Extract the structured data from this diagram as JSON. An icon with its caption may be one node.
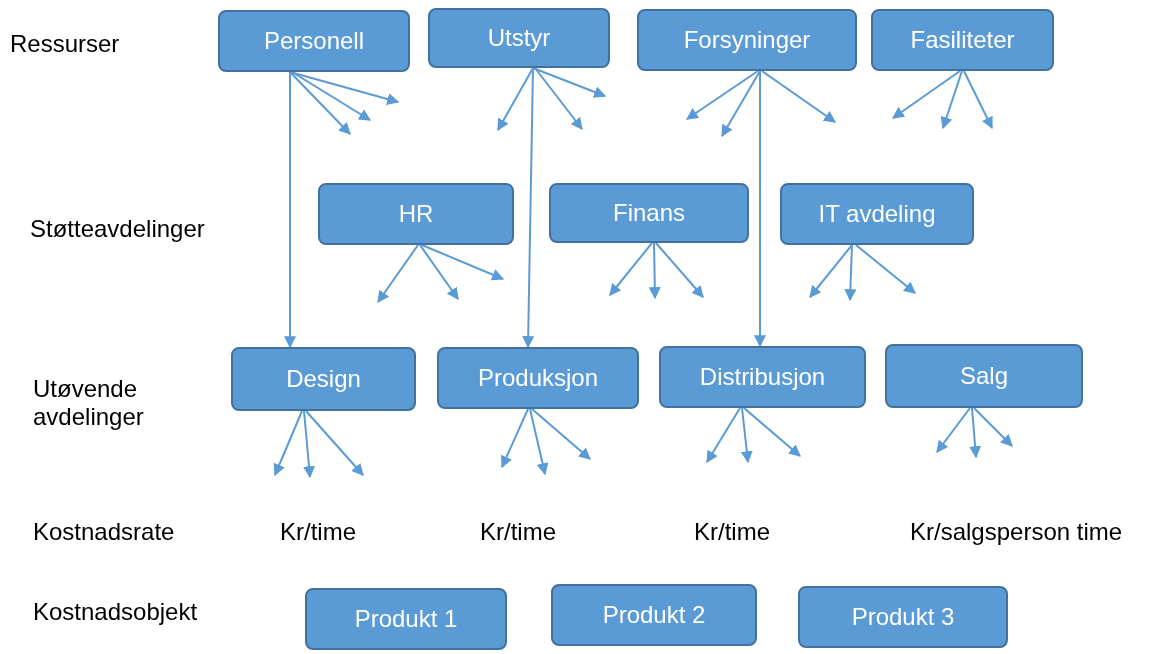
{
  "diagram": {
    "nodes": [
      {
        "text": [
          "Personell"
        ]
      },
      {
        "text": [
          "Utstyr"
        ]
      },
      {
        "text": [
          "Forsyninger"
        ]
      },
      {
        "text": [
          "Fasiliteter"
        ]
      },
      {
        "text": [
          "HR"
        ]
      },
      {
        "text": [
          "Finans"
        ]
      },
      {
        "text": [
          "IT avdeling"
        ]
      },
      {
        "text": [
          "Design"
        ]
      },
      {
        "text": [
          "Produksjon"
        ]
      },
      {
        "text": [
          "Distribusjon"
        ]
      },
      {
        "text": [
          "Salg"
        ]
      },
      {
        "text": [
          "Produkt 1"
        ]
      },
      {
        "text": [
          "Produkt 2"
        ]
      },
      {
        "text": [
          "Produkt 3"
        ]
      }
    ],
    "edges": [
      {
        "from": 0,
        "to": 7,
        "arrow": "to"
      },
      {
        "from": 0,
        "to": null,
        "arrow": "to"
      },
      {
        "from": 0,
        "to": null,
        "arrow": "to"
      },
      {
        "from": 0,
        "to": null,
        "arrow": "to"
      },
      {
        "from": 1,
        "to": 8,
        "arrow": "to"
      },
      {
        "from": 1,
        "to": null,
        "arrow": "to"
      },
      {
        "from": 1,
        "to": null,
        "arrow": "to"
      },
      {
        "from": 1,
        "to": null,
        "arrow": "to"
      },
      {
        "from": 2,
        "to": 9,
        "arrow": "to"
      },
      {
        "from": 2,
        "to": null,
        "arrow": "to"
      },
      {
        "from": 2,
        "to": null,
        "arrow": "to"
      },
      {
        "from": 2,
        "to": null,
        "arrow": "to"
      },
      {
        "from": 3,
        "to": null,
        "arrow": "to"
      },
      {
        "from": 3,
        "to": null,
        "arrow": "to"
      },
      {
        "from": 3,
        "to": null,
        "arrow": "to"
      },
      {
        "from": 4,
        "to": null,
        "arrow": "to"
      },
      {
        "from": 4,
        "to": null,
        "arrow": "to"
      },
      {
        "from": 4,
        "to": null,
        "arrow": "to"
      },
      {
        "from": 5,
        "to": null,
        "arrow": "to"
      },
      {
        "from": 5,
        "to": null,
        "arrow": "to"
      },
      {
        "from": 5,
        "to": null,
        "arrow": "to"
      },
      {
        "from": 6,
        "to": null,
        "arrow": "to"
      },
      {
        "from": 6,
        "to": null,
        "arrow": "to"
      },
      {
        "from": 6,
        "to": null,
        "arrow": "to"
      },
      {
        "from": 7,
        "to": null,
        "arrow": "to"
      },
      {
        "from": 7,
        "to": null,
        "arrow": "to"
      },
      {
        "from": 7,
        "to": null,
        "arrow": "to"
      },
      {
        "from": 8,
        "to": null,
        "arrow": "to"
      },
      {
        "from": 8,
        "to": null,
        "arrow": "to"
      },
      {
        "from": 8,
        "to": null,
        "arrow": "to"
      },
      {
        "from": 9,
        "to": null,
        "arrow": "to"
      },
      {
        "from": 9,
        "to": null,
        "arrow": "to"
      },
      {
        "from": 9,
        "to": null,
        "arrow": "to"
      },
      {
        "from": 10,
        "to": null,
        "arrow": "to"
      },
      {
        "from": 10,
        "to": null,
        "arrow": "to"
      },
      {
        "from": 10,
        "to": null,
        "arrow": "to"
      }
    ],
    "labels": [
      "Ressurser",
      "Støtteavdelinger",
      "Utøvende avdelinger",
      "Kostnadsrate",
      "Kr/time",
      "Kr/time",
      "Kr/time",
      "Kr/salgsperson time",
      "Kostnadsobjekt"
    ]
  }
}
